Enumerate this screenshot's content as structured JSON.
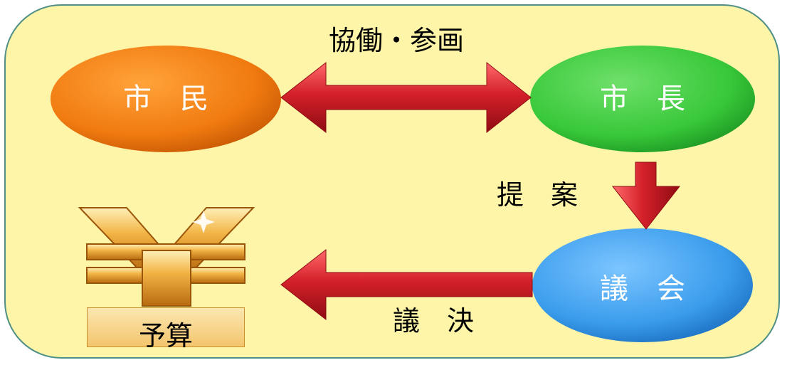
{
  "nodes": {
    "citizens": "市　民",
    "mayor": "市　長",
    "assembly": "議　会"
  },
  "labels": {
    "collaboration": "協働・参画",
    "proposal": "提　案",
    "resolution": "議　決",
    "budget": "予算"
  },
  "icons": {
    "budget_symbol": "yen-icon"
  },
  "colors": {
    "background": "#fff5a8",
    "border": "#4f8f86",
    "citizens": "#f07a10",
    "mayor": "#38c83a",
    "assembly": "#3a9cec",
    "arrow": "#d4202a",
    "yen": "#e8961e"
  }
}
